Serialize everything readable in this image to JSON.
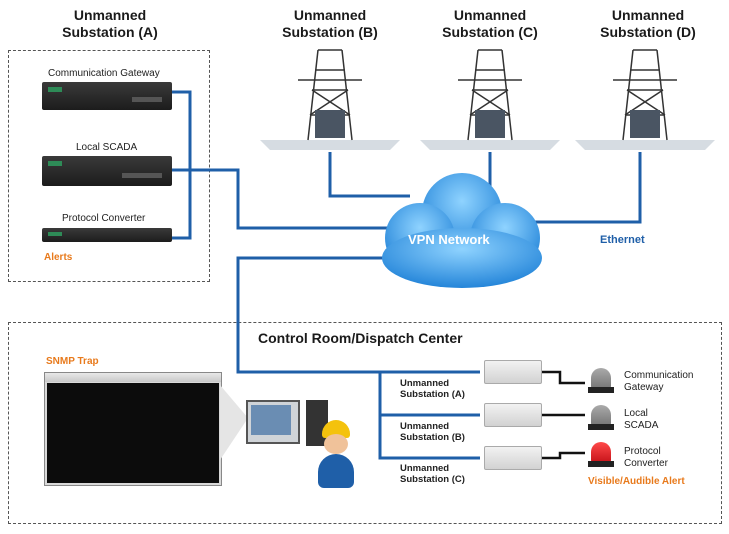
{
  "substations": {
    "a_title": "Unmanned\nSubstation (A)",
    "b_title": "Unmanned\nSubstation (B)",
    "c_title": "Unmanned\nSubstation (C)",
    "d_title": "Unmanned\nSubstation (D)"
  },
  "devices": {
    "gateway": "Communication Gateway",
    "scada": "Local SCADA",
    "converter": "Protocol Converter",
    "alerts": "Alerts"
  },
  "network": {
    "vpn": "VPN Network",
    "ethernet": "Ethernet"
  },
  "control": {
    "title": "Control Room/Dispatch Center",
    "snmp": "SNMP Trap",
    "row_a": "Unmanned\nSubstation (A)",
    "row_b": "Unmanned\nSubstation (B)",
    "row_c": "Unmanned\nSubstation (C)",
    "alert_gateway": "Communication\nGateway",
    "alert_scada": "Local\nSCADA",
    "alert_converter": "Protocol\nConverter",
    "visible_alert": "Visible/Audible Alert"
  },
  "colors": {
    "line": "#1f5fa8",
    "alert_red": "#c8141b",
    "accent_orange": "#e87a1c"
  }
}
